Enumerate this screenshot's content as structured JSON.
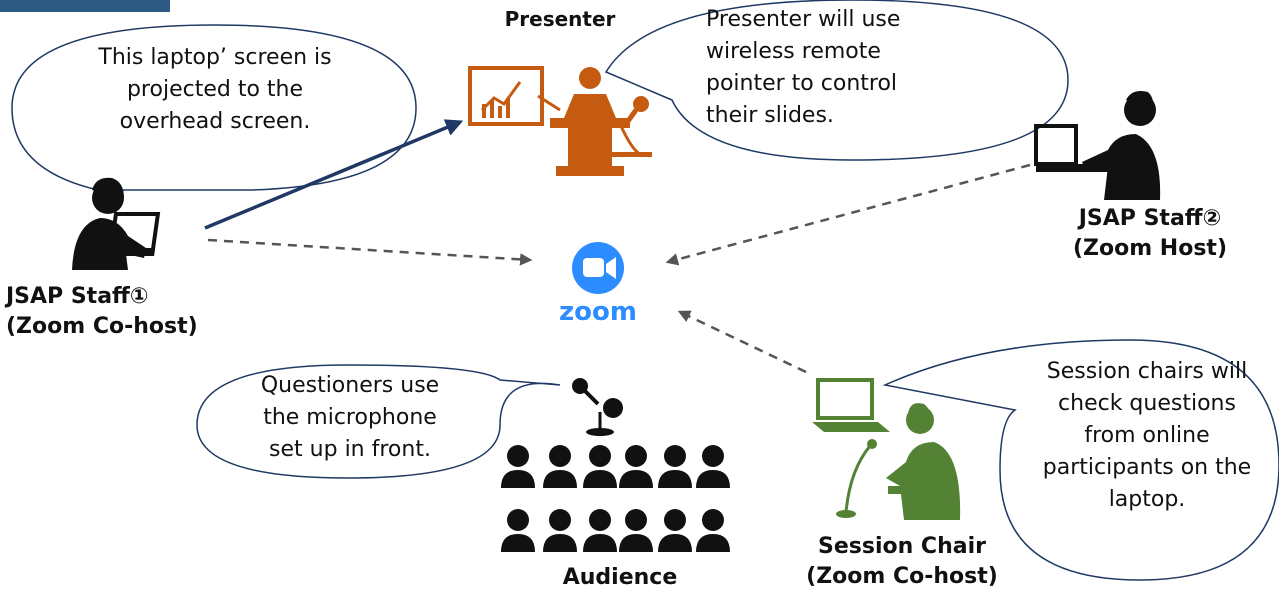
{
  "roles": {
    "presenter": "Presenter",
    "staff1_name": "JSAP Staff①",
    "staff1_role": "(Zoom Co-host)",
    "staff2_name": "JSAP Staff②",
    "staff2_role": "(Zoom Host)",
    "chair_name": "Session Chair",
    "chair_role": "(Zoom Co-host)",
    "audience": "Audience"
  },
  "bubbles": {
    "laptop": [
      "This laptop’ screen is",
      "projected to the",
      "overhead screen."
    ],
    "presenter": [
      "Presenter will use",
      "wireless remote",
      "pointer to control",
      "their slides."
    ],
    "questioners": [
      "Questioners use",
      "the microphone",
      "set up in front."
    ],
    "chair": [
      "Session chairs will",
      "check questions",
      "from online",
      "participants on the",
      "laptop."
    ]
  },
  "zoom": {
    "logo_text": "zoom",
    "brand_color": "#2D8CFF"
  },
  "colors": {
    "presenter_icon": "#c55a11",
    "chair_icon": "#548235",
    "person_icon": "#111111",
    "solid_arrow": "#1f3864",
    "dashed_arrow": "#555555"
  },
  "icons": [
    "presenter-podium-icon",
    "laptop-user-icon",
    "zoom-logo-icon",
    "microphone-icon",
    "audience-icon",
    "chair-laptop-icon"
  ]
}
